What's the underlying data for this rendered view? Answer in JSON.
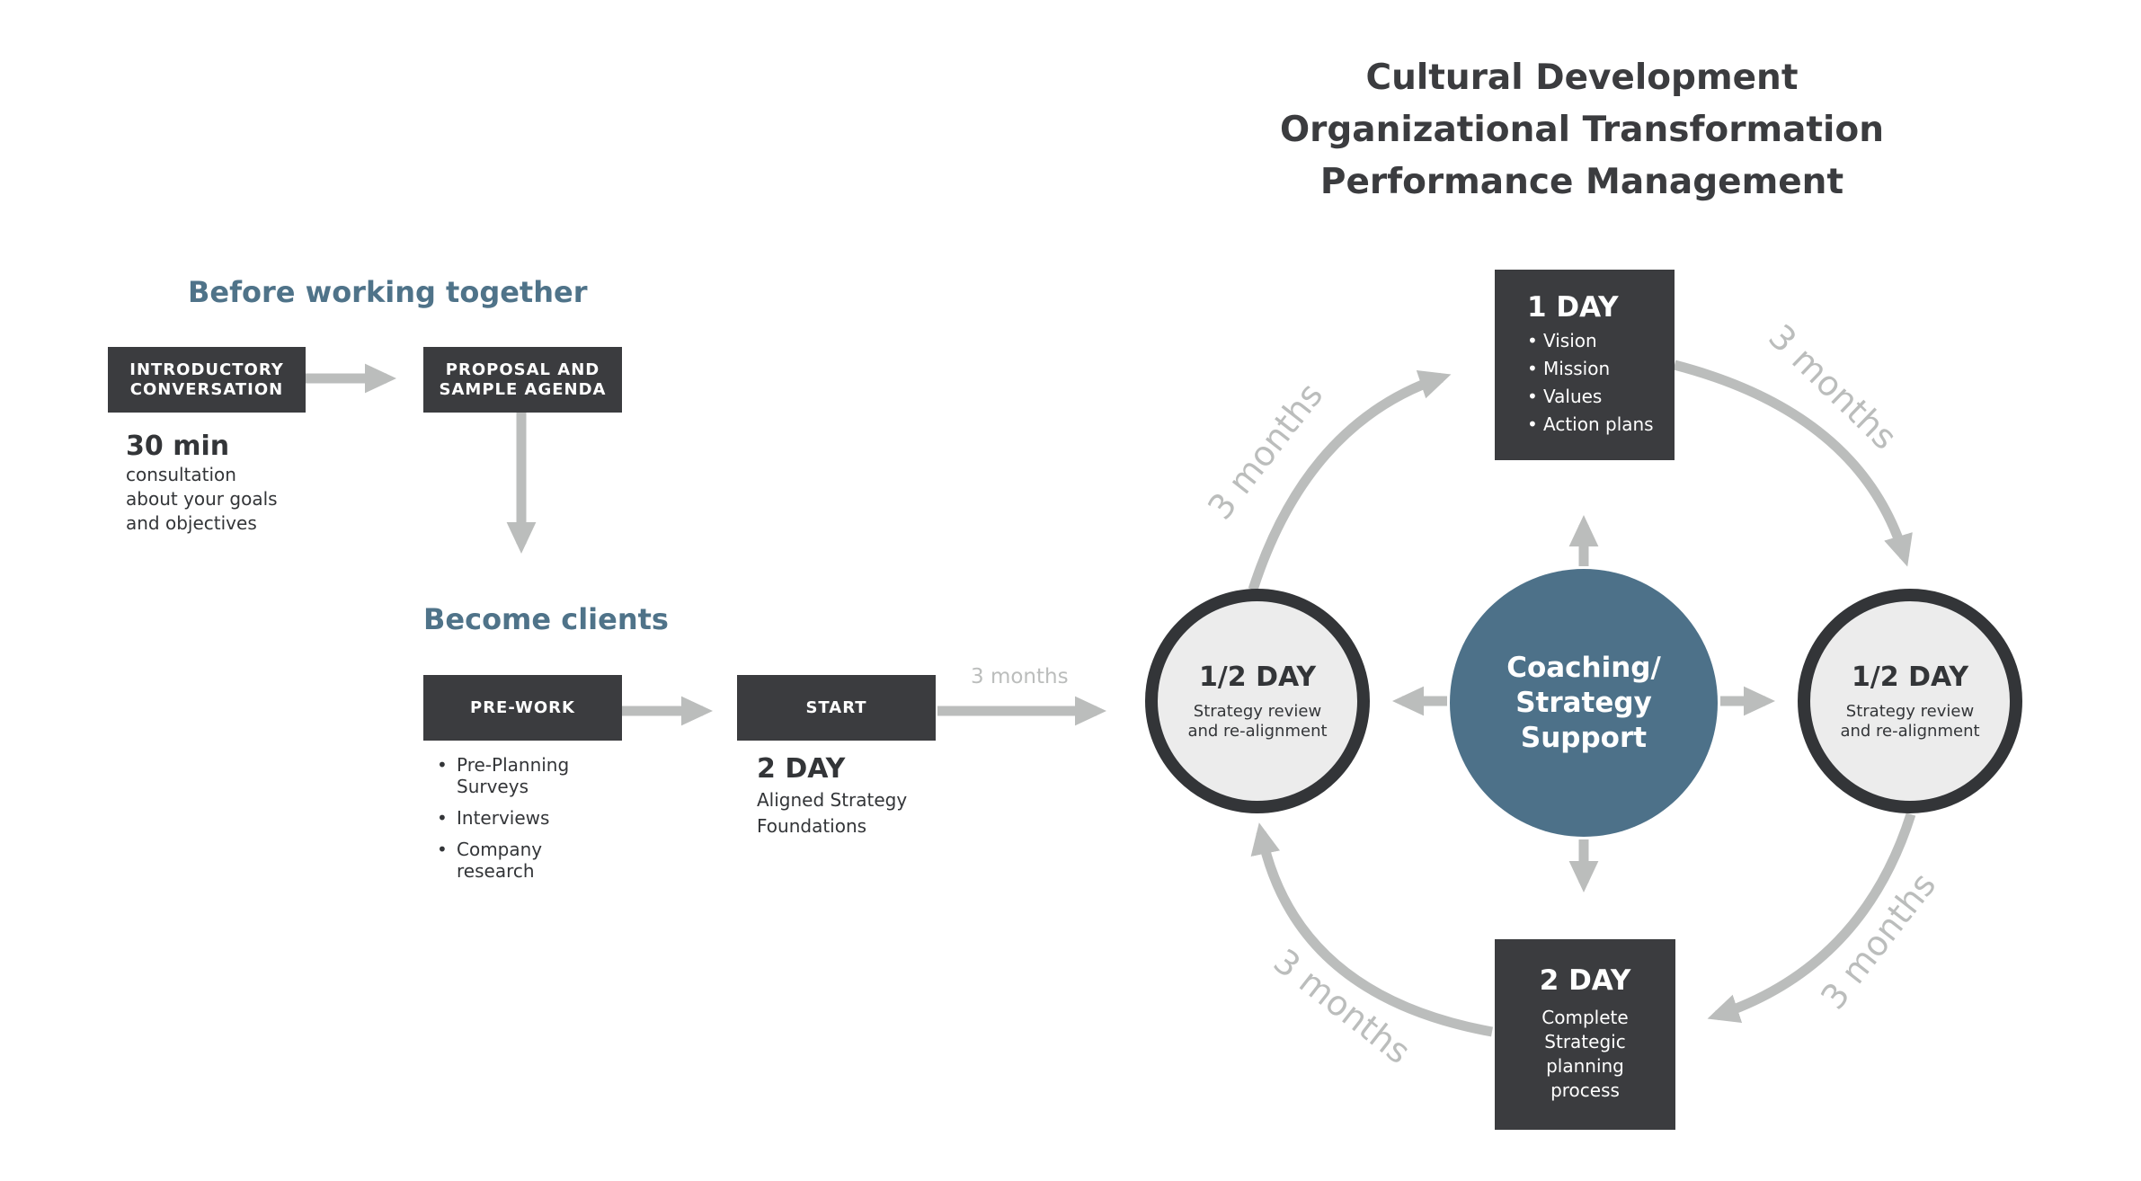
{
  "titles": [
    "Cultural Development",
    "Organizational Transformation",
    "Performance Management"
  ],
  "before": {
    "heading": "Before working together",
    "intro_box": "INTRODUCTORY\nCONVERSATION",
    "proposal_box": "PROPOSAL AND\nSAMPLE AGENDA",
    "duration": "30 min",
    "duration_desc": [
      "consultation",
      "about your goals",
      "and objectives"
    ]
  },
  "clients": {
    "heading": "Become clients",
    "prework_box": "PRE-WORK",
    "prework_items": [
      "Pre-Planning Surveys",
      "Interviews",
      "Company research"
    ],
    "start_box": "START",
    "start_duration": "2 DAY",
    "start_desc": [
      "Aligned Strategy",
      "Foundations"
    ],
    "arrow_label": "3 months"
  },
  "cycle": {
    "top": {
      "title": "1 DAY",
      "items": [
        "Vision",
        "Mission",
        "Values",
        "Action plans"
      ]
    },
    "bottom": {
      "title": "2 DAY",
      "desc": [
        "Complete",
        "Strategic",
        "planning",
        "process"
      ]
    },
    "left": {
      "title": "1/2 DAY",
      "desc": "Strategy review\nand re-alignment"
    },
    "right": {
      "title": "1/2 DAY",
      "desc": "Strategy review\nand re-alignment"
    },
    "hub": "Coaching/\nStrategy\nSupport",
    "arc_labels": [
      "3 months",
      "3 months",
      "3 months",
      "3 months"
    ]
  },
  "colors": {
    "dark": "#3b3c3f",
    "accent": "#4d7189",
    "heading": "#4f7389",
    "arrow": "#bbbdbc",
    "ring_fill": "#ececec"
  }
}
